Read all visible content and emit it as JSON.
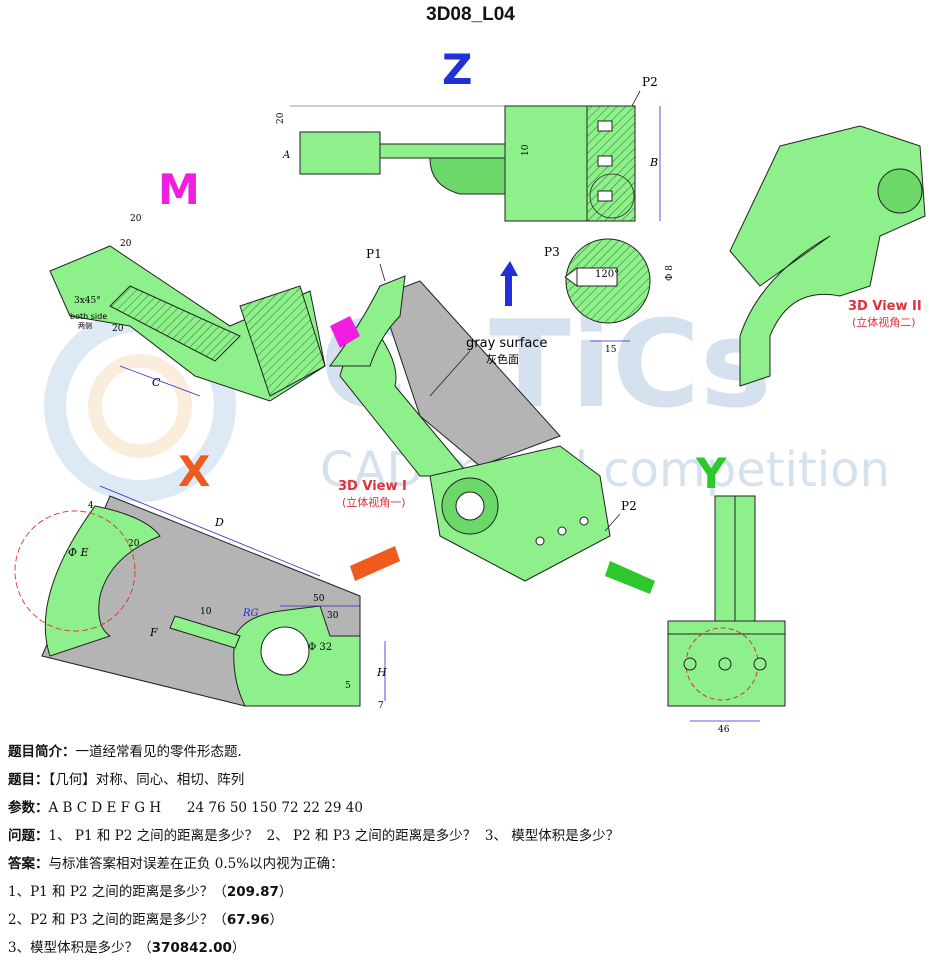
{
  "title": "3D08_L04",
  "views": {
    "z": "Z",
    "m": "M",
    "x": "X",
    "y": "Y",
    "view1": "3D View I",
    "view1_cn": "(立体视角一)",
    "view2": "3D View II",
    "view2_cn": "(立体视角二)",
    "gray_surface": "gray surface",
    "gray_surface_cn": "灰色面"
  },
  "labels": {
    "p1": "P1",
    "p2": "P2",
    "p3": "P3",
    "dim_20": "20",
    "dim_a": "A",
    "dim_b": "B",
    "dim_10": "10",
    "dim_120": "120°",
    "dim_phi8": "Φ 8",
    "dim_15": "15",
    "dim_c": "C",
    "dim_3x45": "3x45°",
    "both_side": "both side",
    "both_side_cn": "两侧",
    "dim_d": "D",
    "dim_phie": "Φ E",
    "dim_f": "F",
    "dim_rg": "RG",
    "dim_50": "50",
    "dim_30": "30",
    "dim_phi32": "Φ 32",
    "dim_h": "H",
    "dim_5": "5",
    "dim_7": "7",
    "dim_4": "4",
    "dim_46": "46"
  },
  "watermark": {
    "brand": "CaTiCs",
    "sub": "CAD model competition"
  },
  "info": {
    "intro_label": "题目简介：",
    "intro": "一道经常看见的零件形态题.",
    "topic_label": "题目：",
    "topic": "【几何】对称、同心、相切、阵列",
    "params_label": "参数：",
    "params": "A B C D E F G H      24 76 50 150 72 22 29 40",
    "question_label": "问题：",
    "questions": "1、 P1 和 P2 之间的距离是多少？  2、 P2 和 P3 之间的距离是多少？  3、 模型体积是多少？",
    "answer_label": "答案：",
    "answer_note": "与标准答案相对误差在正负 0.5%以内视为正确：",
    "a1_q": "1、P1 和 P2 之间的距离是多少？（",
    "a1": "209.87",
    "a2_q": "2、P2 和 P3 之间的距离是多少？（",
    "a2": "67.96",
    "a3_q": "3、模型体积是多少？（",
    "a3": "370842.00",
    "close": "）"
  },
  "colors": {
    "green": "#8ef08a",
    "green_dark": "#3fbf45",
    "blue": "#2230d8",
    "magenta": "#f01ee0",
    "orange": "#f05a1e",
    "ygreen": "#2ec82e"
  }
}
